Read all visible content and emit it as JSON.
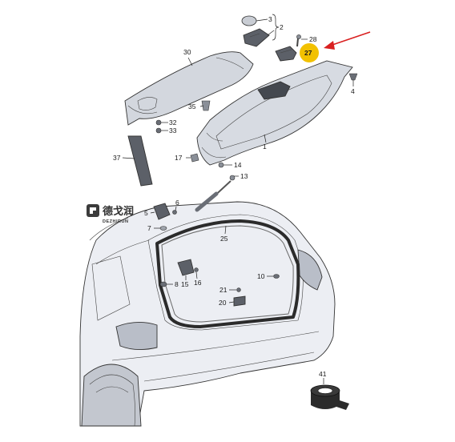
{
  "watermark": {
    "logo_text": "德戈润",
    "sub_text": "DEZHIRUN"
  },
  "highlight": {
    "part": "27",
    "color": "#f2c100",
    "arrow_color": "#d92020"
  },
  "colors": {
    "body_fill": "#eceef3",
    "part_fill": "#d7dbe2",
    "dark_part": "#5c6068",
    "seal": "#2b2b2b"
  },
  "callouts": [
    {
      "id": "1",
      "text": "1"
    },
    {
      "id": "2",
      "text": "2"
    },
    {
      "id": "3",
      "text": "3"
    },
    {
      "id": "4",
      "text": "4"
    },
    {
      "id": "5",
      "text": "5"
    },
    {
      "id": "6",
      "text": "6"
    },
    {
      "id": "7",
      "text": "7"
    },
    {
      "id": "8",
      "text": "8"
    },
    {
      "id": "10",
      "text": "10"
    },
    {
      "id": "13",
      "text": "13"
    },
    {
      "id": "14",
      "text": "14"
    },
    {
      "id": "15",
      "text": "15"
    },
    {
      "id": "16",
      "text": "16"
    },
    {
      "id": "17",
      "text": "17"
    },
    {
      "id": "20",
      "text": "20"
    },
    {
      "id": "21",
      "text": "21"
    },
    {
      "id": "25",
      "text": "25"
    },
    {
      "id": "27",
      "text": "27"
    },
    {
      "id": "28",
      "text": "28"
    },
    {
      "id": "30",
      "text": "30"
    },
    {
      "id": "32",
      "text": "32"
    },
    {
      "id": "33",
      "text": "33"
    },
    {
      "id": "35",
      "text": "35"
    },
    {
      "id": "37",
      "text": "37"
    },
    {
      "id": "41",
      "text": "41"
    }
  ]
}
